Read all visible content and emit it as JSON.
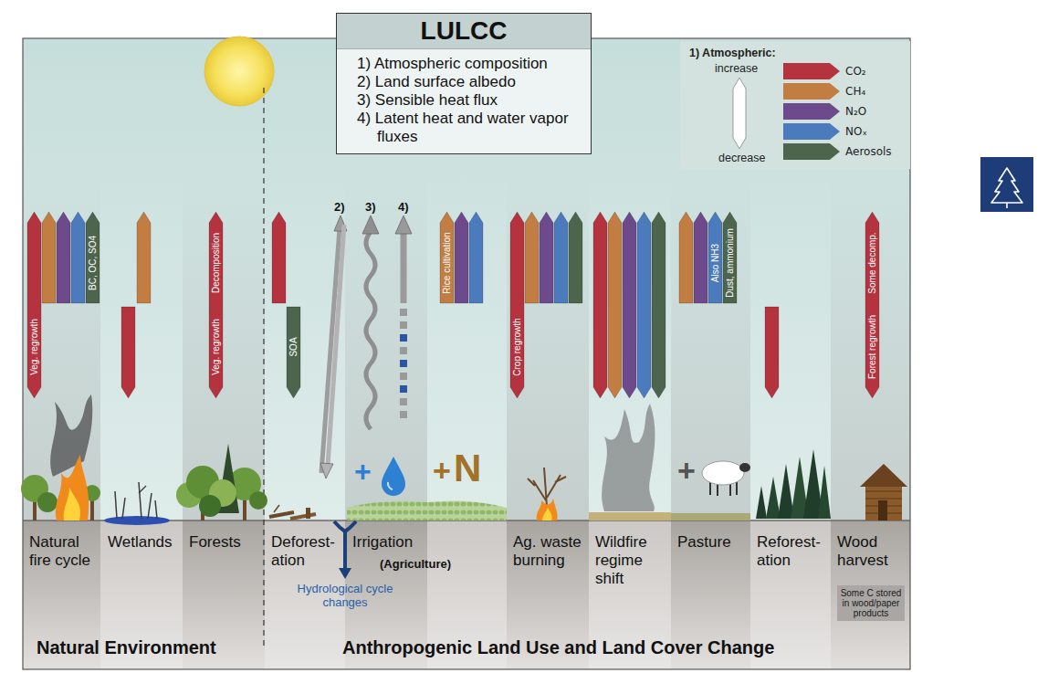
{
  "diagram": {
    "nodes": [
      {
        "text": [
          "LULCC",
          "1) Atmospheric composition",
          "2) Land surface albedo",
          "3) Sensible heat flux",
          "4) Latent heat and water vapor fluxes"
        ]
      },
      {
        "text": [
          "1) Atmospheric:",
          "increase",
          "decrease"
        ]
      },
      {
        "text": [
          "Some C stored in wood/paper products"
        ]
      }
    ],
    "labels": [
      "Veg. regrowth",
      "BC, OC, SO4",
      "Decomposition",
      "Veg. regrowth",
      "SOA",
      "2)",
      "3)",
      "4)",
      "Rice cultivation",
      "Crop regrowth",
      "Also NH3",
      "Dust, ammonium",
      "Some decomp.",
      "Forest regrowth",
      "Natural fire cycle",
      "Wetlands",
      "Forests",
      "Deforest-ation",
      "Irrigation",
      "(Agriculture)",
      "Hydrological cycle changes",
      "Ag. waste burning",
      "Wildfire regime shift",
      "Pasture",
      "Reforest-ation",
      "Wood harvest",
      "Natural Environment",
      "Anthropogenic Land Use and Land Cover Change",
      "+",
      "+",
      "N",
      "+"
    ],
    "legend": [
      {
        "text": "CO₂",
        "color": "#b5333f"
      },
      {
        "text": "CH₄",
        "color": "#c27d43"
      },
      {
        "text": "N₂O",
        "color": "#6c4a8c"
      },
      {
        "text": "NOₓ",
        "color": "#4b7bbd"
      },
      {
        "text": "Aerosols",
        "color": "#4d654d"
      }
    ]
  }
}
